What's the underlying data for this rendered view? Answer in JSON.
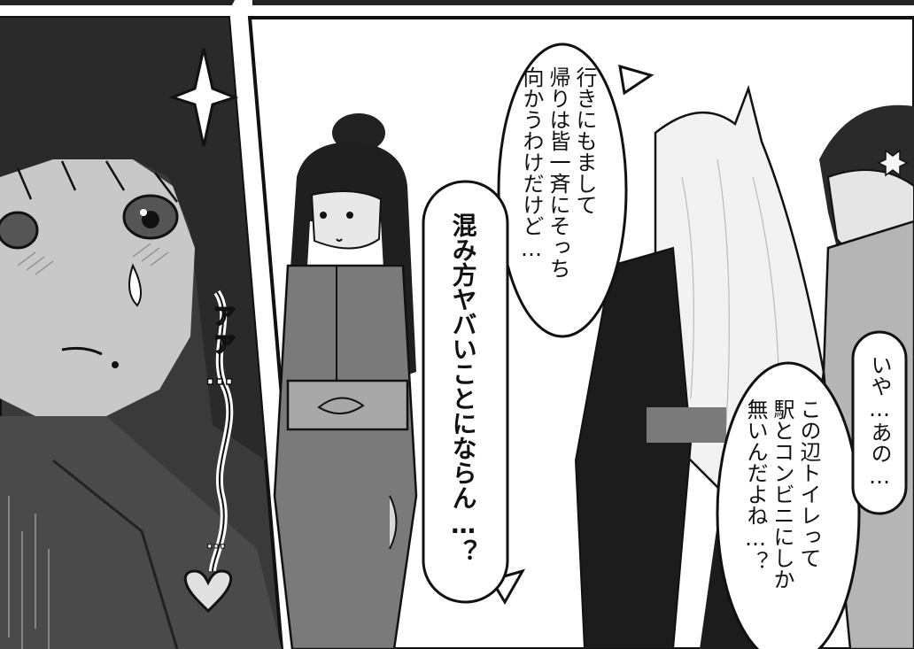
{
  "colors": {
    "ink": "#111111",
    "paper": "#ffffff",
    "panel_dark": "#3a3a3a",
    "panel_mid": "#6b6b6b",
    "panel_light": "#bdbdbd"
  },
  "left_panel": {
    "sfx_lines": [
      "ァァ…",
      "…"
    ]
  },
  "bubbles": [
    {
      "lines": [
        "行きにもまして",
        "帰りは皆一斉にそっち",
        "向かうわけだけど…"
      ]
    },
    {
      "lines": [
        "混み方ヤバいことにならん…？"
      ]
    },
    {
      "lines": [
        "いや…あの…"
      ]
    },
    {
      "lines": [
        "この辺トイレって",
        "駅とコンビニにしか",
        "無いんだよね…？"
      ]
    }
  ]
}
